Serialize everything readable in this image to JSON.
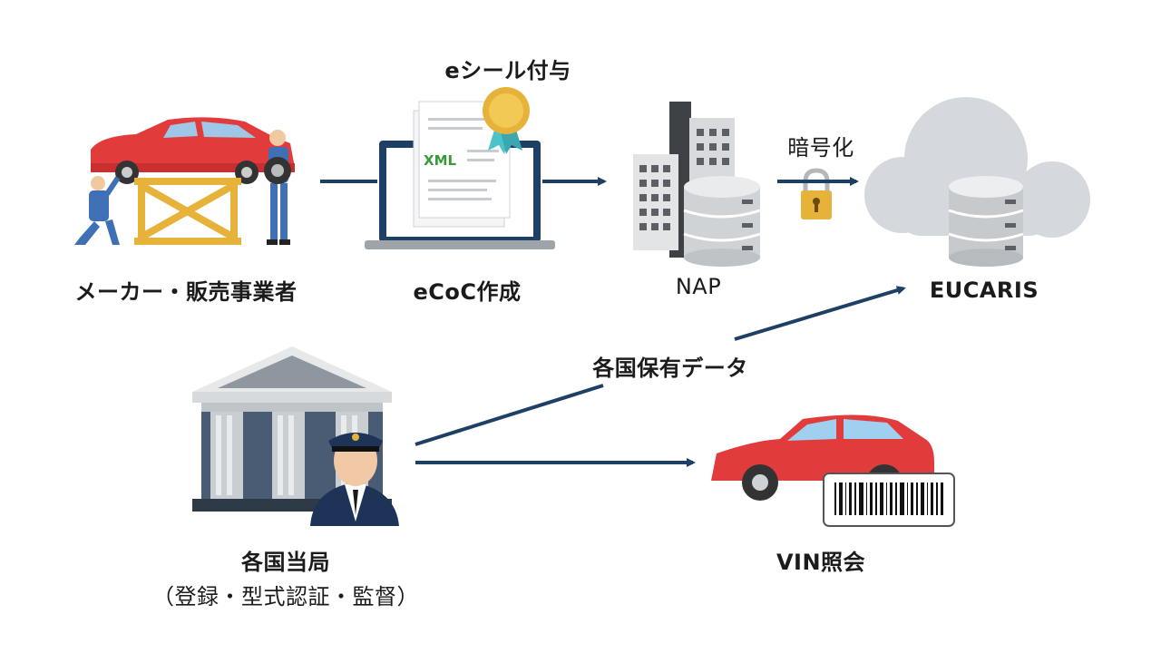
{
  "nodes": {
    "maker": "メーカー・販売事業者",
    "ecoc": "eCoC作成",
    "eseal": "eシール付与",
    "xml_badge": "XML",
    "nap": "NAP",
    "encrypt": "暗号化",
    "eucaris": "EUCARIS",
    "national_data": "各国保有データ",
    "authority": "各国当局",
    "authority_sub": "（登録・型式認証・監督）",
    "vin": "VIN照会"
  },
  "colors": {
    "arrow": "#1e3f66",
    "car_red": "#e23b3b",
    "cloud": "#d5d8dc",
    "server": "#6f7378",
    "building": "#4a5c73",
    "gold": "#e6b23a"
  },
  "icons": [
    "mechanic-car-lift-icon",
    "laptop-document-icon",
    "seal-badge-icon",
    "server-building-icon",
    "padlock-icon",
    "cloud-database-icon",
    "government-building-icon",
    "officer-icon",
    "red-car-icon",
    "barcode-icon"
  ]
}
